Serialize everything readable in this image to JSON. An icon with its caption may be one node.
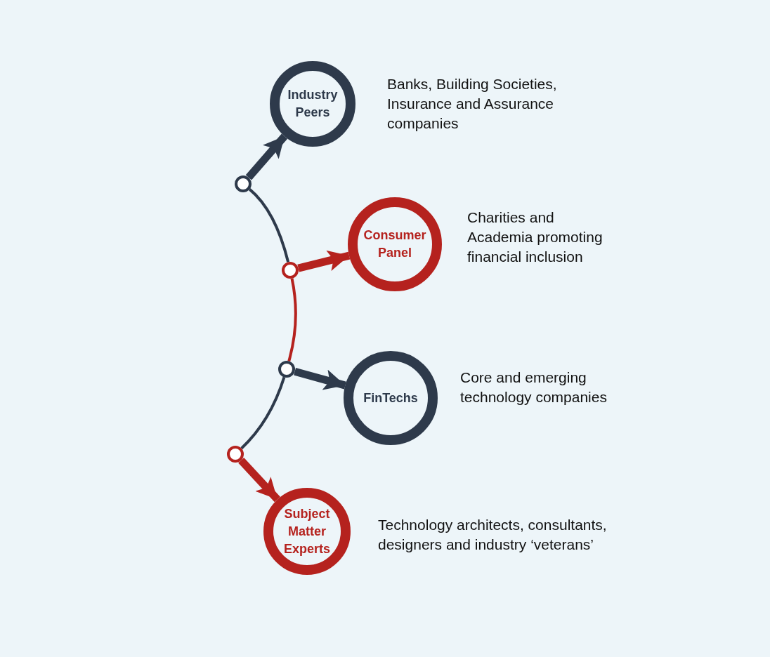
{
  "diagram": {
    "nodes": [
      {
        "text": [
          "Industry Peers"
        ],
        "beside": [
          "Banks, Building Societies, Insurance and Assurance companies"
        ]
      },
      {
        "text": [
          "Consumer Panel"
        ],
        "beside": [
          "Charities and Academia promoting financial inclusion"
        ]
      },
      {
        "text": [
          "FinTechs"
        ],
        "beside": [
          "Core and emerging technology companies"
        ]
      },
      {
        "text": [
          "Subject Matter Experts"
        ],
        "beside": [
          "Technology architects, consultants, designers and industry ‘veterans’"
        ]
      },
      {
        "text": [],
        "shape": "circle"
      },
      {
        "text": [],
        "shape": "circle"
      },
      {
        "text": [],
        "shape": "circle"
      },
      {
        "text": [],
        "shape": "circle"
      }
    ],
    "edges": [
      {
        "from": 4,
        "to": 0,
        "arrow": "to"
      },
      {
        "from": 5,
        "to": 1,
        "arrow": "to",
        "color": "#b5221e"
      },
      {
        "from": 6,
        "to": 2,
        "arrow": "to"
      },
      {
        "from": 7,
        "to": 3,
        "arrow": "to",
        "color": "#b5221e"
      },
      {
        "from": 4,
        "to": 5,
        "arrow": "none"
      },
      {
        "from": 5,
        "to": 6,
        "arrow": "none",
        "color": "#b5221e"
      },
      {
        "from": 6,
        "to": 7,
        "arrow": "none"
      }
    ]
  }
}
